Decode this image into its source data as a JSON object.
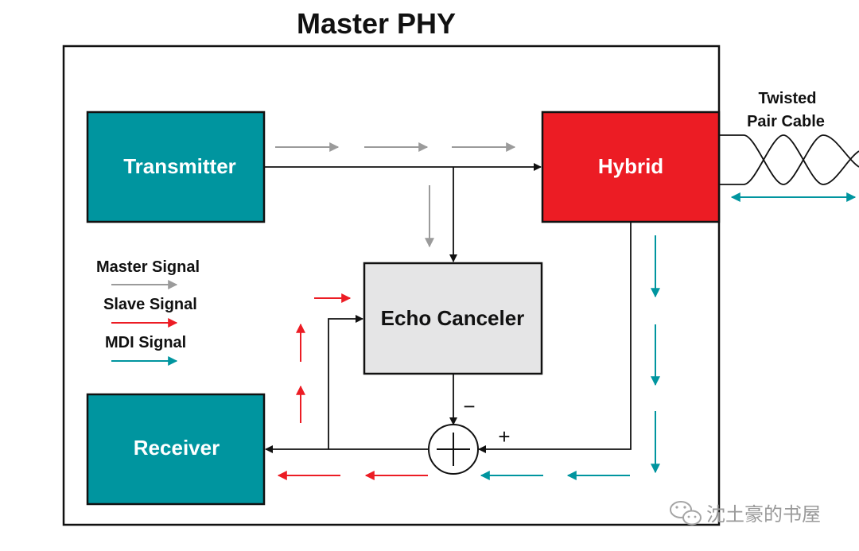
{
  "title": "Master PHY",
  "blocks": {
    "transmitter": "Transmitter",
    "hybrid": "Hybrid",
    "echo_canceler": "Echo Canceler",
    "receiver": "Receiver"
  },
  "cable": {
    "line1": "Twisted",
    "line2": "Pair Cable"
  },
  "legend": {
    "master": "Master Signal",
    "slave": "Slave Signal",
    "mdi": "MDI Signal"
  },
  "summer": {
    "minus": "−",
    "plus": "+"
  },
  "watermark": "沈土豪的书屋",
  "colors": {
    "teal": "#00959f",
    "red": "#ec1c24",
    "gray": "#9b9b9b",
    "echo_fill": "#e5e5e6",
    "line": "#111111"
  }
}
